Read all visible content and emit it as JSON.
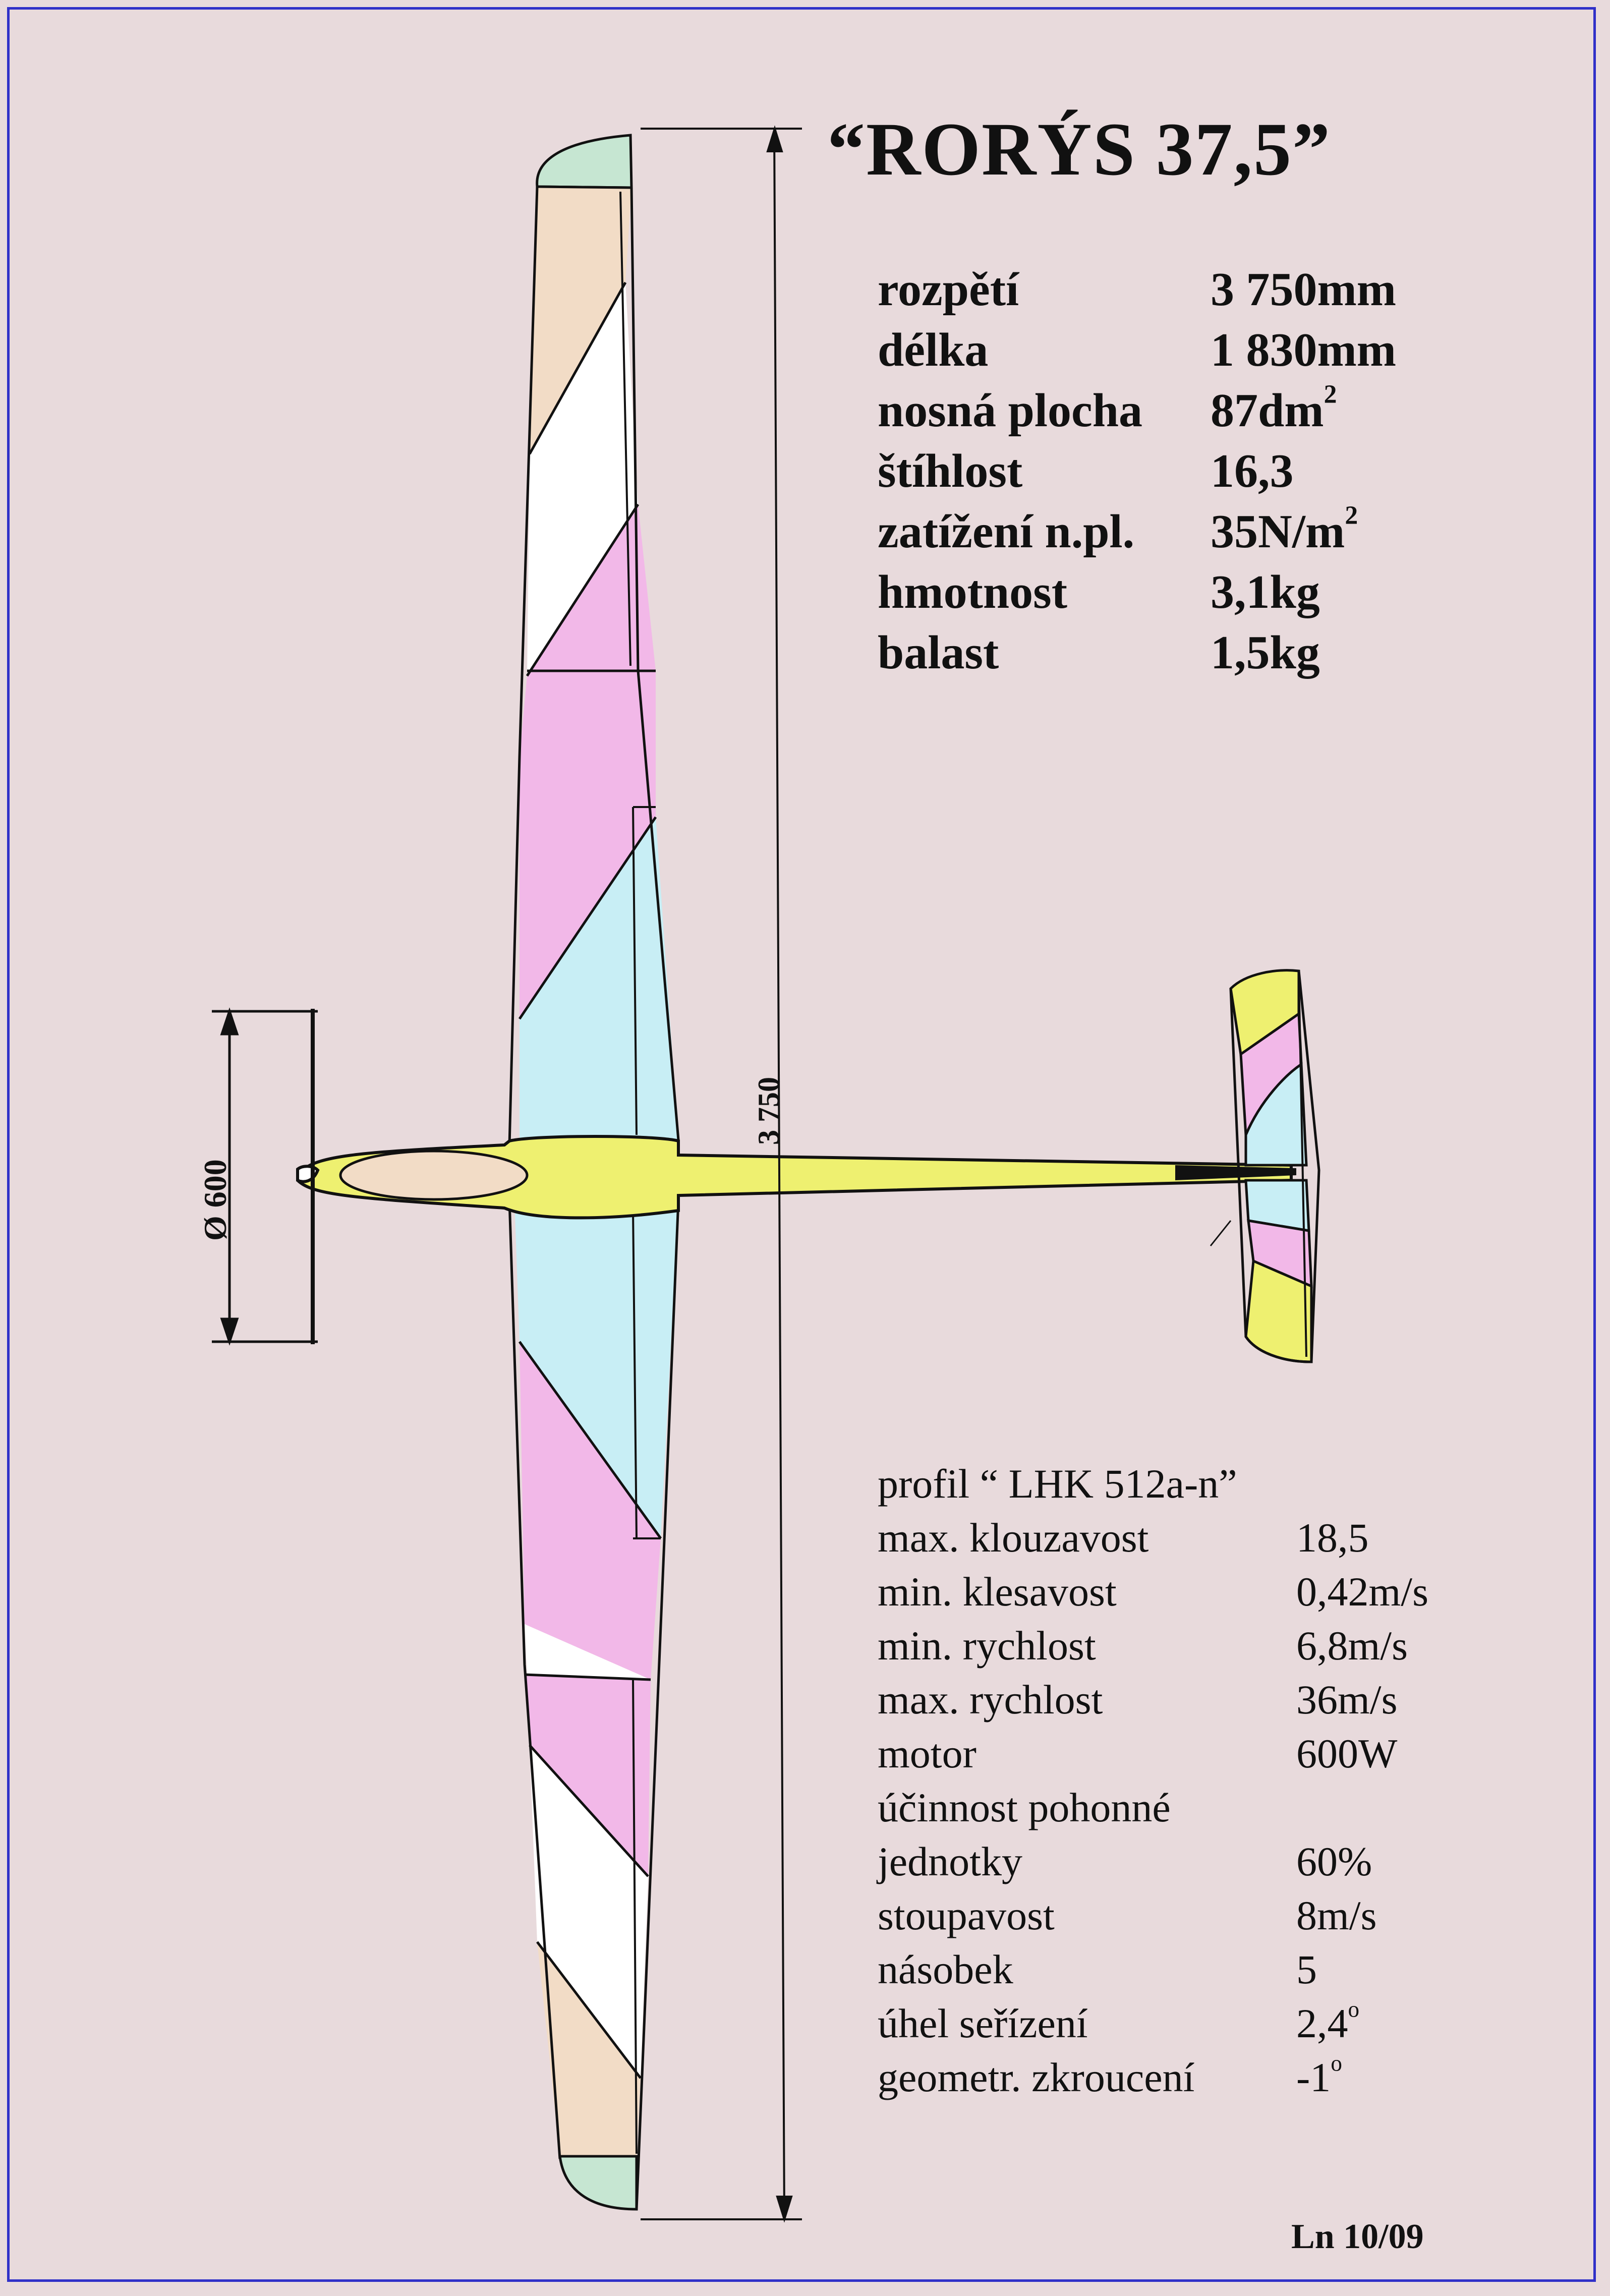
{
  "title": "“RORÝS 37,5”",
  "specs": [
    {
      "label": "rozpětí",
      "value": "3 750mm"
    },
    {
      "label": "délka",
      "value": "1 830mm"
    },
    {
      "label": "nosná plocha",
      "value": "87dm",
      "sup": "2"
    },
    {
      "label": "štíhlost",
      "value": "16,3"
    },
    {
      "label": "zatížení n.pl.",
      "value": "35N/m",
      "sup": "2"
    },
    {
      "label": "hmotnost",
      "value": "3,1kg"
    },
    {
      "label": "balast",
      "value": "1,5kg"
    }
  ],
  "performance": [
    {
      "label": "profil  “ LHK 512a-n”",
      "value": ""
    },
    {
      "label": "max. klouzavost",
      "value": "18,5"
    },
    {
      "label": "min. klesavost",
      "value": "0,42m/s"
    },
    {
      "label": "min. rychlost",
      "value": "6,8m/s"
    },
    {
      "label": "max. rychlost",
      "value": "36m/s"
    },
    {
      "label": "motor",
      "value": "600W"
    },
    {
      "label": "účinnost pohonné",
      "value": ""
    },
    {
      "label": "jednotky",
      "value": "60%"
    },
    {
      "label": "stoupavost",
      "value": "8m/s"
    },
    {
      "label": "násobek",
      "value": "5"
    },
    {
      "label": "úhel seřízení",
      "value": "2,4",
      "sup": "o"
    },
    {
      "label": "geometr. zkroucení",
      "value": "-1",
      "sup": "o"
    }
  ],
  "dimensions": {
    "span_label": "3 750",
    "prop_label": "Ø 600"
  },
  "signature": "Ln 10/09",
  "colors": {
    "background": "#e8dadc",
    "frame": "#3030c8",
    "pink": "#f2b8e8",
    "cyan": "#c8eef5",
    "peach": "#f2dcc6",
    "mint": "#c6e6d2",
    "white": "#ffffff",
    "yellow": "#eef070"
  }
}
